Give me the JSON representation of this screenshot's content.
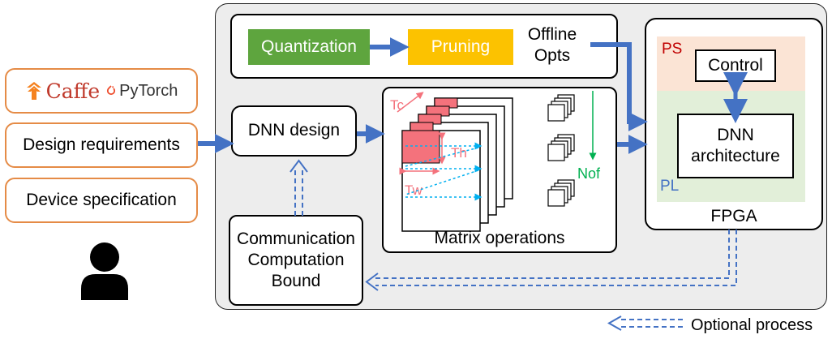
{
  "inputs": {
    "caffe": "Caffe",
    "pytorch": "PyTorch",
    "design_requirements": "Design requirements",
    "device_specification": "Device specification"
  },
  "offline": {
    "quantization": "Quantization",
    "pruning": "Pruning",
    "label": "Offline\nOpts"
  },
  "dnn_design": "DNN design",
  "bound": "Communication\nComputation\nBound",
  "matrix": {
    "title": "Matrix operations",
    "tc": "Tc",
    "th": "Th",
    "tw": "Tw",
    "nof": "Nof"
  },
  "fpga": {
    "label": "FPGA",
    "ps": "PS",
    "pl": "PL",
    "control": "Control",
    "dnn_arch": "DNN\narchitecture"
  },
  "legend": {
    "optional_process": "Optional process"
  },
  "colors": {
    "quantization_green": "#5ea53e",
    "pruning_yellow": "#fcc200",
    "ps_bg": "#fbe4d5",
    "pl_bg": "#e2efd9",
    "arrow_blue": "#4472c4",
    "tile_red": "#f4727c",
    "ps_text": "#c00000",
    "nof_green": "#00b050",
    "orange_border": "#e58b46"
  }
}
